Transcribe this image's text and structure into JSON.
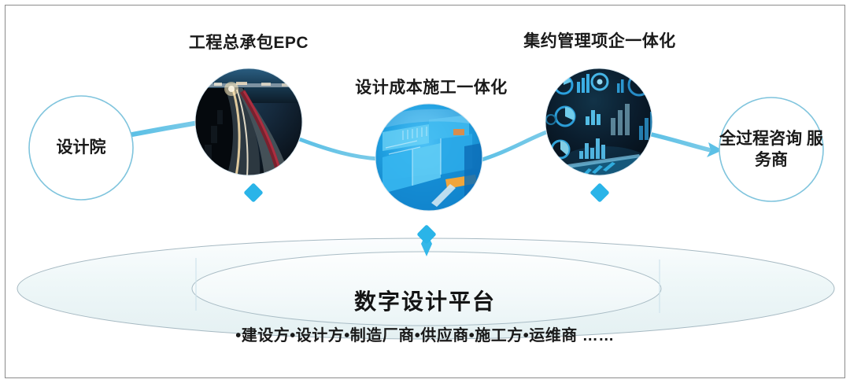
{
  "diagram": {
    "flow_nodes": [
      {
        "id": "design-institute",
        "type": "outline-circle",
        "label": "设计院"
      },
      {
        "id": "epc-photo",
        "type": "photo-circle",
        "image": "night-highway-bridge-photo",
        "caption": "工程总承包EPC"
      },
      {
        "id": "bim-photo",
        "type": "photo-circle",
        "image": "blue-bim-construction-model-photo",
        "caption": "设计成本施工一体化"
      },
      {
        "id": "dashboard-photo",
        "type": "photo-circle",
        "image": "dark-analytics-dashboard-photo",
        "caption": "集约管理项企一体化"
      },
      {
        "id": "full-process-consultant",
        "type": "outline-circle",
        "label": "全过程咨询\n服务商"
      }
    ],
    "platform": {
      "title": "数字设计平台",
      "participants_line": "•建设方•设计方•制造厂商•供应商•施工方•运维商 ……",
      "participants": [
        "建设方",
        "设计方",
        "制造厂商",
        "供应商",
        "施工方",
        "运维商"
      ],
      "ellipsis": "……"
    },
    "connector_markers": [
      {
        "id": "marker-epc",
        "shape": "diamond"
      },
      {
        "id": "marker-bim",
        "shape": "diamond"
      },
      {
        "id": "marker-dashboard",
        "shape": "diamond"
      }
    ],
    "colors": {
      "accent_cyan": "#45b9e0",
      "connector_line": "#6ec4e3",
      "circle_outline": "#7fc4dd",
      "platform_fill": "#eef6f8",
      "platform_stroke": "#9fb3bd",
      "text_dark": "#1a1a1a",
      "frame_border": "#8b8b8b"
    }
  }
}
